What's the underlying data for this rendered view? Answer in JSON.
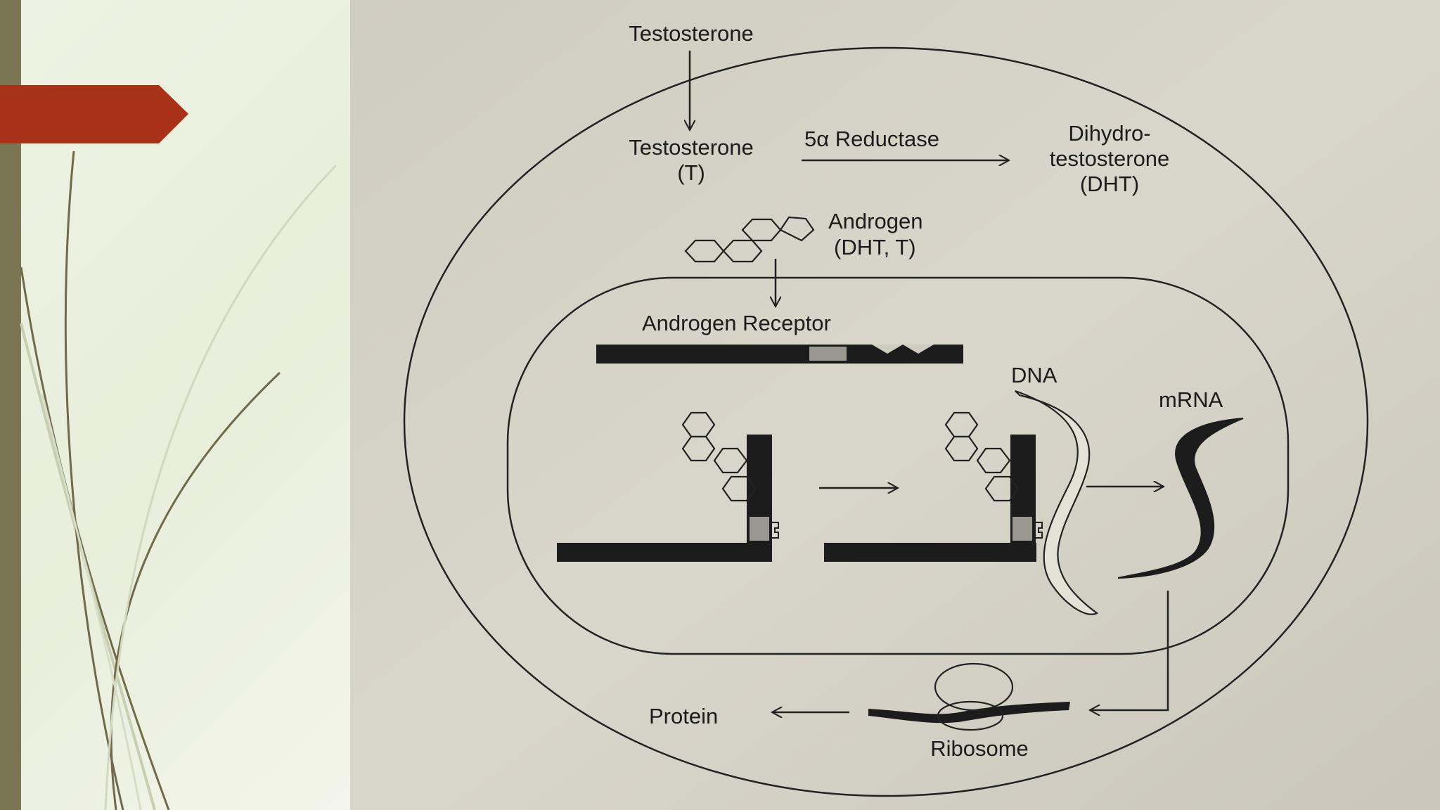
{
  "slide": {
    "accent_color": "#a83218",
    "sidebar_color": "#7a7553",
    "background_color": "#eef2e2"
  },
  "figure": {
    "testosterone_outside": "Testosterone",
    "testosterone_inside_line1": "Testosterone",
    "testosterone_inside_line2": "(T)",
    "enzyme_label": "5α Reductase",
    "dht_line1": "Dihydro-",
    "dht_line2": "testosterone",
    "dht_line3": "(DHT)",
    "androgen_line1": "Androgen",
    "androgen_line2": "(DHT, T)",
    "receptor_label": "Androgen Receptor",
    "dna_label": "DNA",
    "mrna_label": "mRNA",
    "protein_label": "Protein",
    "ribosome_label": "Ribosome"
  }
}
